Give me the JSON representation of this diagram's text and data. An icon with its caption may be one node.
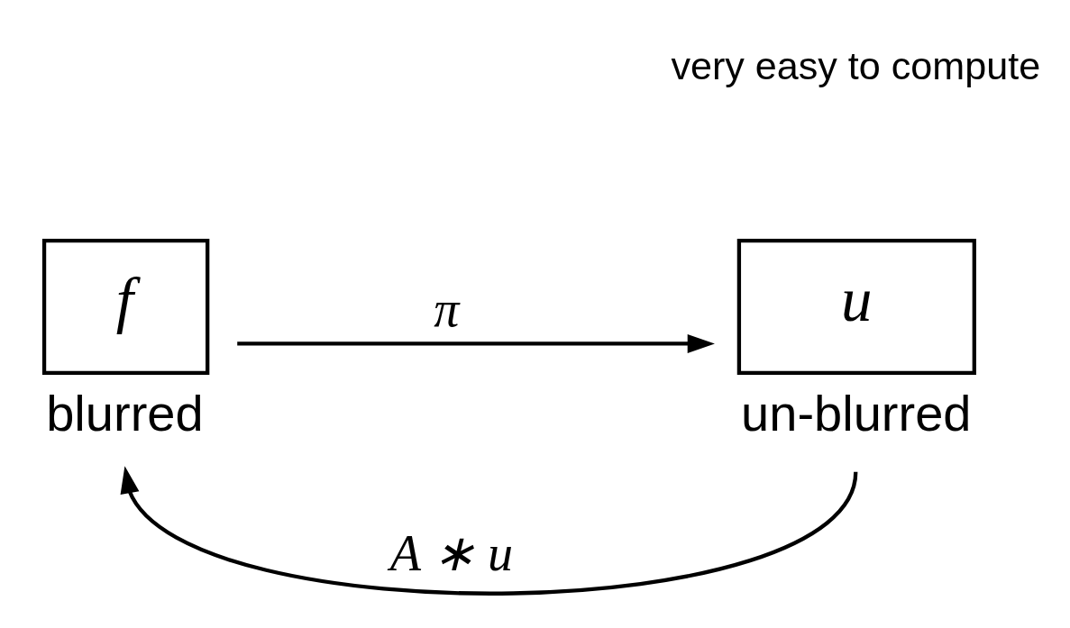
{
  "diagram": {
    "nodes": [
      {
        "text": [
          "f"
        ],
        "beside": [
          "blurred"
        ]
      },
      {
        "text": [
          "u"
        ],
        "beside": [
          "un-blurred"
        ]
      }
    ],
    "edges": [
      {
        "from": 0,
        "to": 1,
        "arrow": "to",
        "label": "π"
      },
      {
        "from": 1,
        "to": 0,
        "arrow": "to",
        "label": "A ∗ u"
      }
    ],
    "labels": [
      "very easy to compute"
    ]
  }
}
